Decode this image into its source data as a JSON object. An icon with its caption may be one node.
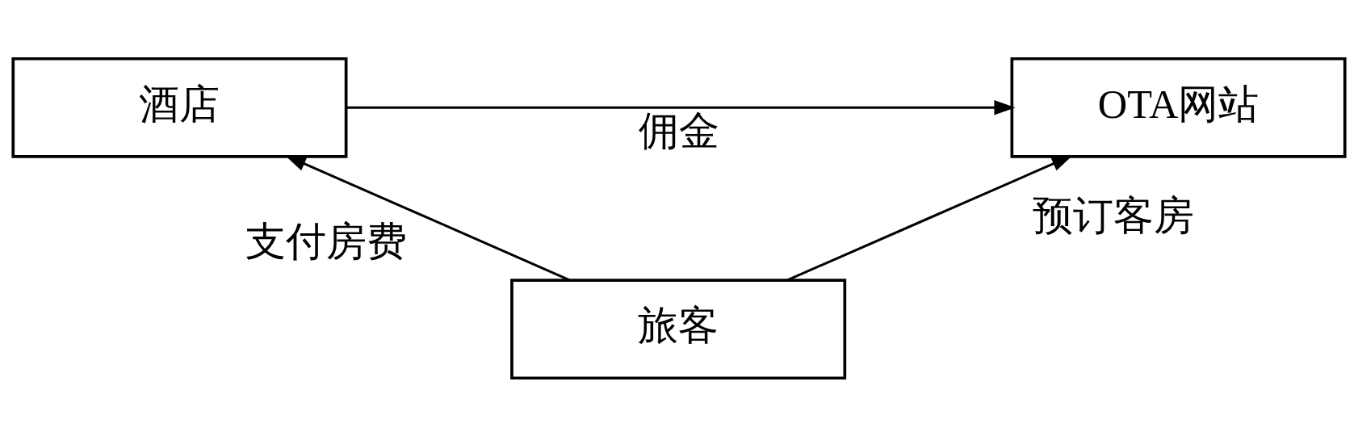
{
  "diagram": {
    "nodes": [
      {
        "text": [
          "酒店"
        ]
      },
      {
        "text": [
          "OTA网站"
        ]
      },
      {
        "text": [
          "旅客"
        ]
      }
    ],
    "edges": [
      {
        "from": 0,
        "to": 1,
        "arrow": "to",
        "label": "佣金"
      },
      {
        "from": 2,
        "to": 0,
        "arrow": "to",
        "label": "支付房费"
      },
      {
        "from": 2,
        "to": 1,
        "arrow": "to",
        "label": "预订客房"
      }
    ]
  }
}
